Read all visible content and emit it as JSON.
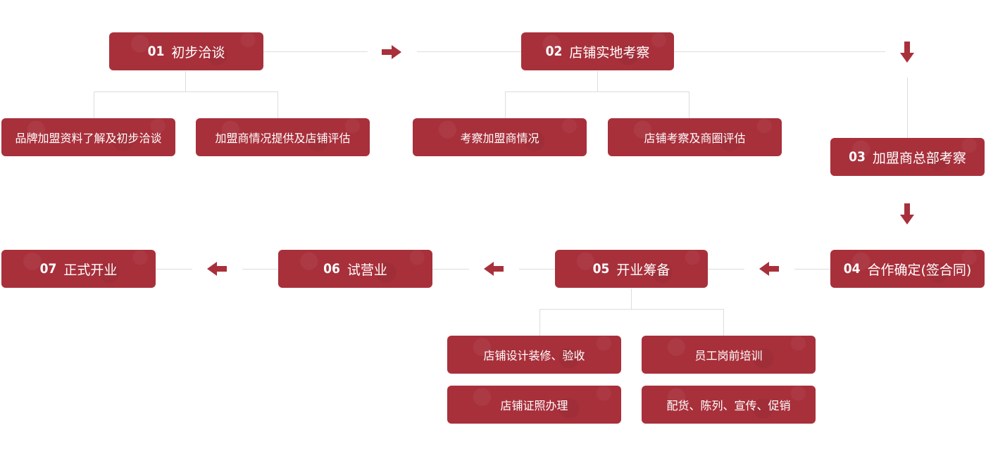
{
  "steps": [
    {
      "num": "01",
      "label": "初步洽谈"
    },
    {
      "num": "02",
      "label": "店铺实地考察"
    },
    {
      "num": "03",
      "label": "加盟商总部考察"
    },
    {
      "num": "04",
      "label": "合作确定(签合同)"
    },
    {
      "num": "05",
      "label": "开业筹备"
    },
    {
      "num": "06",
      "label": "试营业"
    },
    {
      "num": "07",
      "label": "正式开业"
    }
  ],
  "substeps": {
    "s01": [
      "品牌加盟资料了解及初步洽谈",
      "加盟商情况提供及店铺评估"
    ],
    "s02": [
      "考察加盟商情况",
      "店铺考察及商圈评估"
    ],
    "s05": [
      "店铺设计装修、验收",
      "员工岗前培训",
      "店铺证照办理",
      "配货、陈列、宣传、促销"
    ]
  },
  "colors": {
    "box": "#a8303b",
    "line": "#dddddd"
  }
}
